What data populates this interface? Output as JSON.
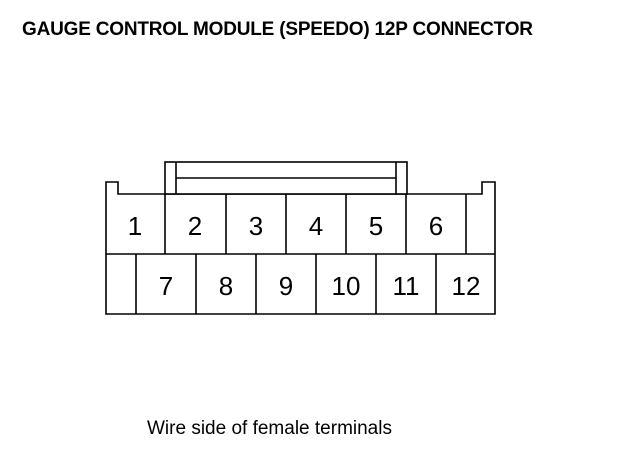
{
  "title": "GAUGE CONTROL MODULE (SPEEDO) 12P CONNECTOR",
  "caption": "Wire side of female terminals",
  "connector": {
    "top_row": [
      "1",
      "2",
      "3",
      "4",
      "5",
      "6"
    ],
    "bottom_row": [
      "7",
      "8",
      "9",
      "10",
      "11",
      "12"
    ]
  }
}
